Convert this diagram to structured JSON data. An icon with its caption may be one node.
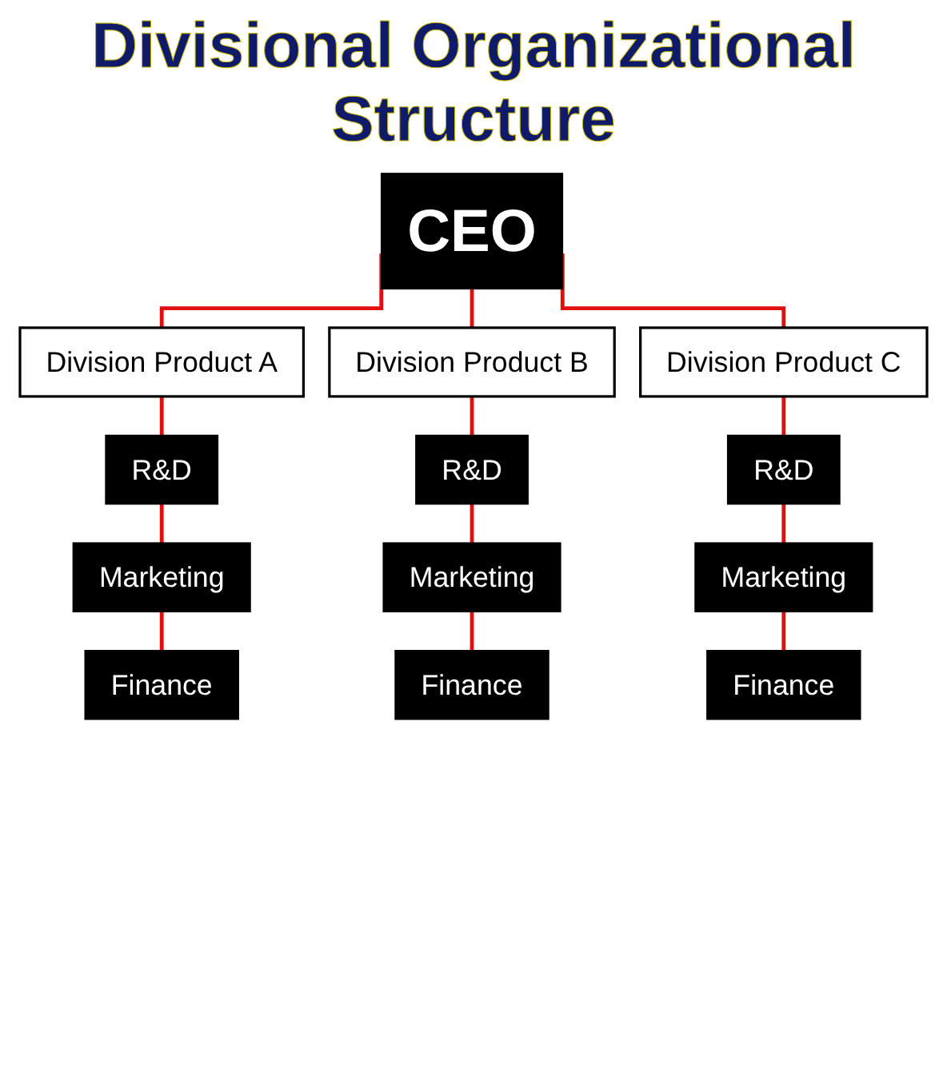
{
  "diagram": {
    "title": "Divisional Organizational Structure",
    "nodes": [
      {
        "text": [
          "CEO"
        ]
      },
      {
        "text": [
          "Division Product A"
        ]
      },
      {
        "text": [
          "Division Product B"
        ]
      },
      {
        "text": [
          "Division Product C"
        ]
      },
      {
        "text": [
          "R&D"
        ]
      },
      {
        "text": [
          "Marketing"
        ]
      },
      {
        "text": [
          "Finance"
        ]
      },
      {
        "text": [
          "R&D"
        ]
      },
      {
        "text": [
          "Marketing"
        ]
      },
      {
        "text": [
          "Finance"
        ]
      },
      {
        "text": [
          "R&D"
        ]
      },
      {
        "text": [
          "Marketing"
        ]
      },
      {
        "text": [
          "Finance"
        ]
      }
    ],
    "edges": [
      {
        "from": 0,
        "to": 1,
        "arrow": "none"
      },
      {
        "from": 0,
        "to": 2,
        "arrow": "none"
      },
      {
        "from": 0,
        "to": 3,
        "arrow": "none"
      },
      {
        "from": 1,
        "to": 4,
        "arrow": "none"
      },
      {
        "from": 4,
        "to": 5,
        "arrow": "none"
      },
      {
        "from": 5,
        "to": 6,
        "arrow": "none"
      },
      {
        "from": 2,
        "to": 7,
        "arrow": "none"
      },
      {
        "from": 7,
        "to": 8,
        "arrow": "none"
      },
      {
        "from": 8,
        "to": 9,
        "arrow": "none"
      },
      {
        "from": 3,
        "to": 10,
        "arrow": "none"
      },
      {
        "from": 10,
        "to": 11,
        "arrow": "none"
      },
      {
        "from": 11,
        "to": 12,
        "arrow": "none"
      }
    ]
  }
}
